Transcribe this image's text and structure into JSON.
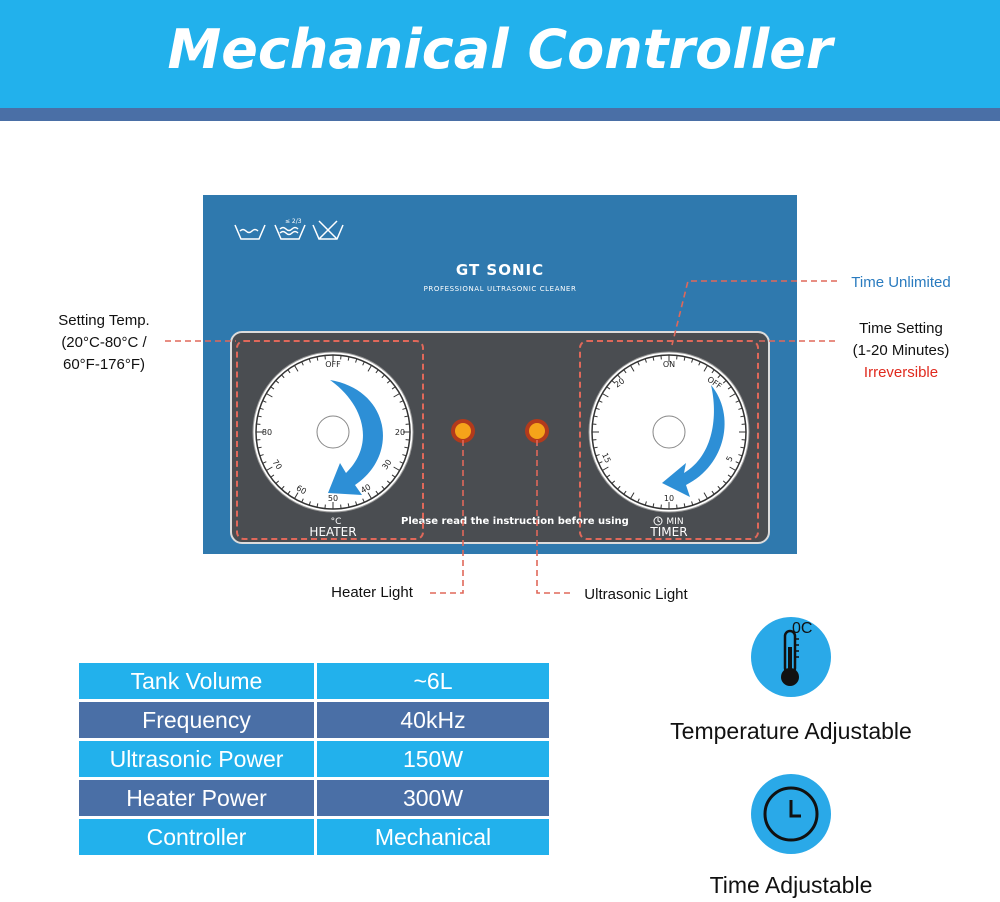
{
  "header": {
    "title": "Mechanical Controller"
  },
  "device": {
    "brand": "GT SONIC",
    "subtitle": "PROFESSIONAL ULTRASONIC CLEANER",
    "instruction": "Please read the instruction before using",
    "heater_dial": {
      "label": "HEATER",
      "unit": "°C",
      "ticks": [
        "OFF",
        "20",
        "30",
        "40",
        "50",
        "60",
        "70",
        "80"
      ]
    },
    "timer_dial": {
      "label": "TIMER",
      "unit": "MIN",
      "ticks": [
        "ON",
        "OFF",
        "5",
        "10",
        "15",
        "20"
      ]
    },
    "care_icons": [
      "wash-tub-icon",
      "wash-level-icon",
      "no-wash-icon"
    ],
    "care_icon_text": "≤ 2/3"
  },
  "callouts": {
    "setting_temp": [
      "Setting Temp.",
      "(20°C-80°C /",
      "60°F-176°F)"
    ],
    "time_unlimited": "Time Unlimited",
    "time_setting": [
      "Time Setting",
      "(1-20 Minutes)"
    ],
    "irreversible": "Irreversible",
    "heater_light": "Heater Light",
    "ultrasonic_light": "Ultrasonic Light"
  },
  "specs": [
    {
      "label": "Tank Volume",
      "value": "~6L"
    },
    {
      "label": "Frequency",
      "value": "40kHz"
    },
    {
      "label": "Ultrasonic Power",
      "value": "150W"
    },
    {
      "label": "Heater Power",
      "value": "300W"
    },
    {
      "label": "Controller",
      "value": "Mechanical"
    }
  ],
  "features": {
    "temperature": {
      "label": "Temperature Adjustable",
      "icon": "thermometer-icon",
      "unit": "0C"
    },
    "time": {
      "label": "Time Adjustable",
      "icon": "clock-icon"
    }
  },
  "colors": {
    "accent_blue": "#22b1ec",
    "dark_blue": "#4a6fa6",
    "panel_blue": "#2f79ae",
    "callout_line": "#e0685a",
    "indicator": "#f5a31a",
    "irreversible_red": "#e02a1e",
    "time_unlimited_blue": "#2a7bbf"
  }
}
